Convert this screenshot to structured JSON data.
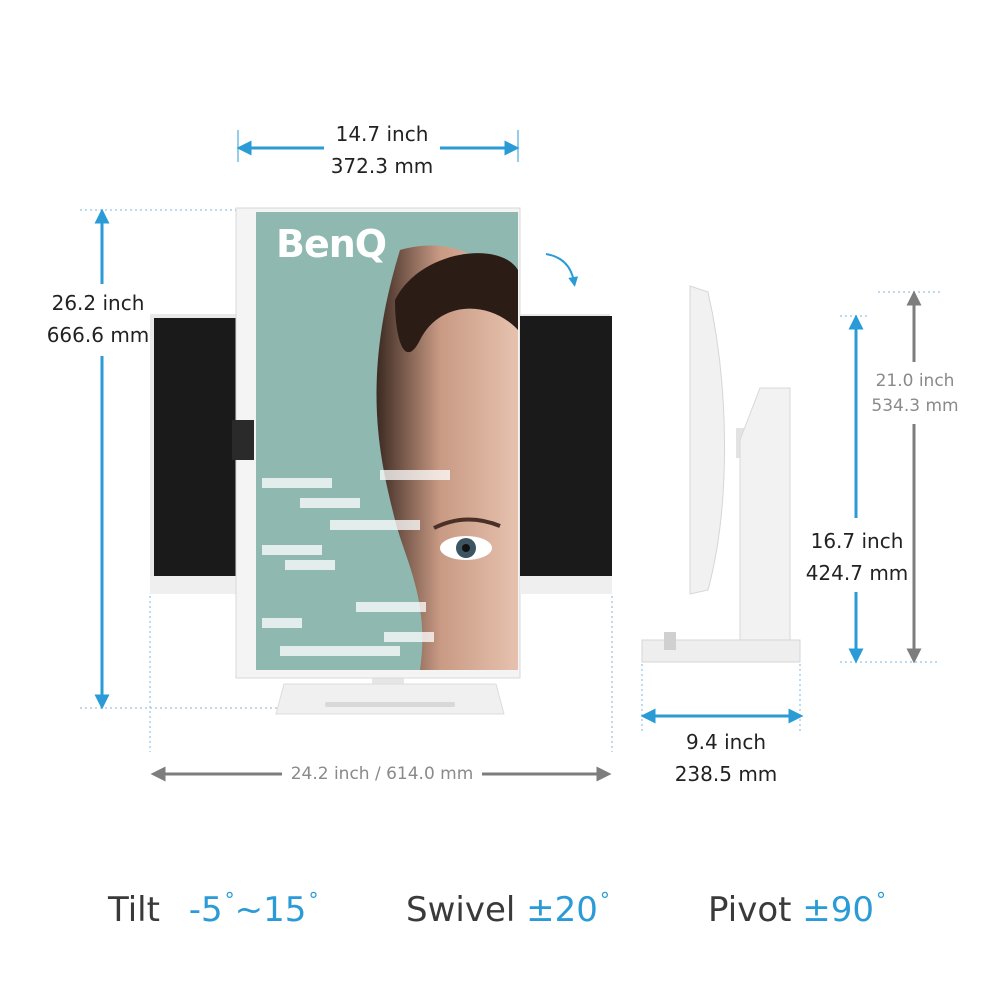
{
  "brand": "BenQ",
  "dimensions": {
    "panel_width": {
      "inch": "14.7 inch",
      "mm": "372.3 mm"
    },
    "max_height": {
      "inch": "26.2 inch",
      "mm": "666.6 mm"
    },
    "total_width": "24.2 inch / 614.0 mm",
    "side_height_max": {
      "inch": "21.0 inch",
      "mm": "534.3 mm"
    },
    "side_height_min": {
      "inch": "16.7 inch",
      "mm": "424.7 mm"
    },
    "depth": {
      "inch": "9.4 inch",
      "mm": "238.5 mm"
    }
  },
  "features": {
    "tilt": {
      "label": "Tilt",
      "value": "-5",
      "sep": "~15"
    },
    "swivel": {
      "label": "Swivel",
      "value": "±20"
    },
    "pivot": {
      "label": "Pivot",
      "value": "±90"
    }
  },
  "colors": {
    "accent": "#2a9bd6",
    "grey_arrow": "#7d7d7d",
    "screen_teal": "#8fb8b0",
    "monitor_white": "#f3f3f3"
  }
}
